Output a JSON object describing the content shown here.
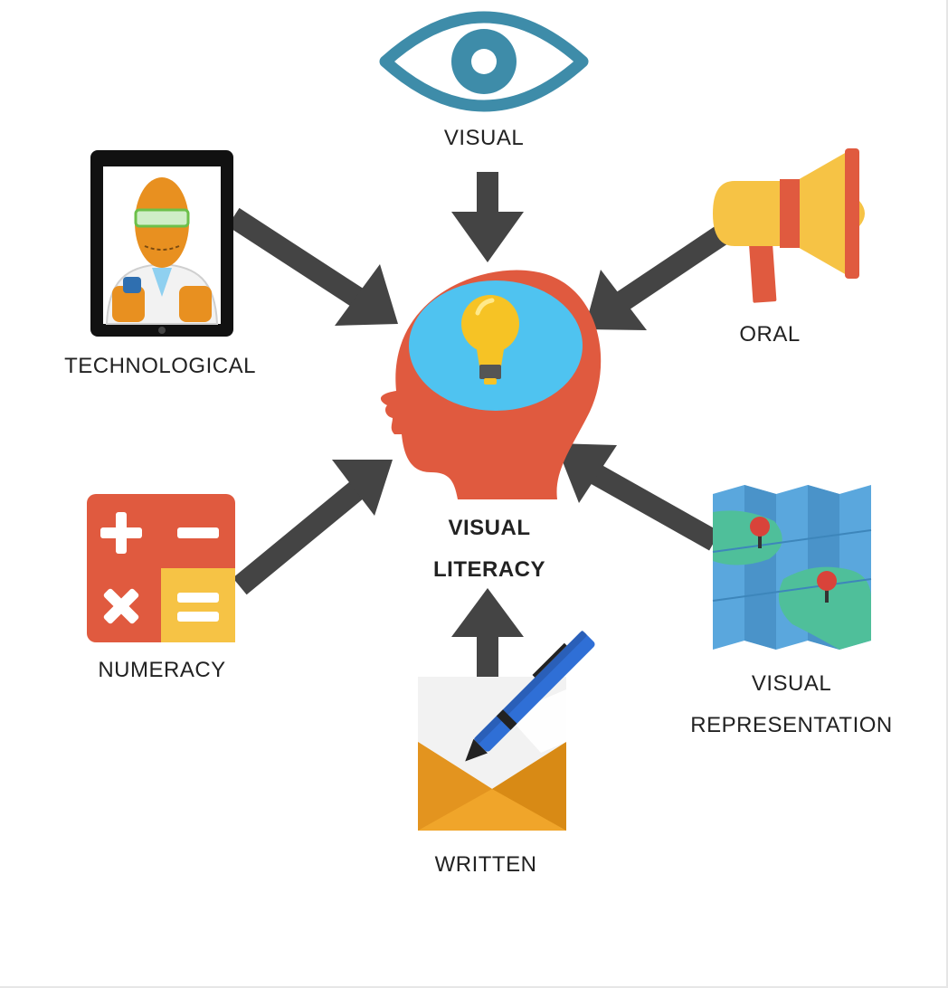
{
  "center": {
    "line1": "VISUAL",
    "line2": "LITERACY"
  },
  "nodes": {
    "visual": "VISUAL",
    "oral": "ORAL",
    "technological": "TECHNOLOGICAL",
    "numeracy": "NUMERACY",
    "written": "WRITTEN",
    "representation_line1": "VISUAL",
    "representation_line2": "REPRESENTATION"
  },
  "icons": {
    "visual": "eye-icon",
    "oral": "megaphone-icon",
    "technological": "tablet-icon",
    "numeracy": "calculator-icon",
    "written": "envelope-pen-icon",
    "representation": "map-icon",
    "center": "head-lightbulb-icon"
  },
  "colors": {
    "arrow": "#444444",
    "head": "#e05a3f",
    "brain": "#4fc3f0",
    "bulb": "#f6c325",
    "eye": "#3e8ca9"
  }
}
